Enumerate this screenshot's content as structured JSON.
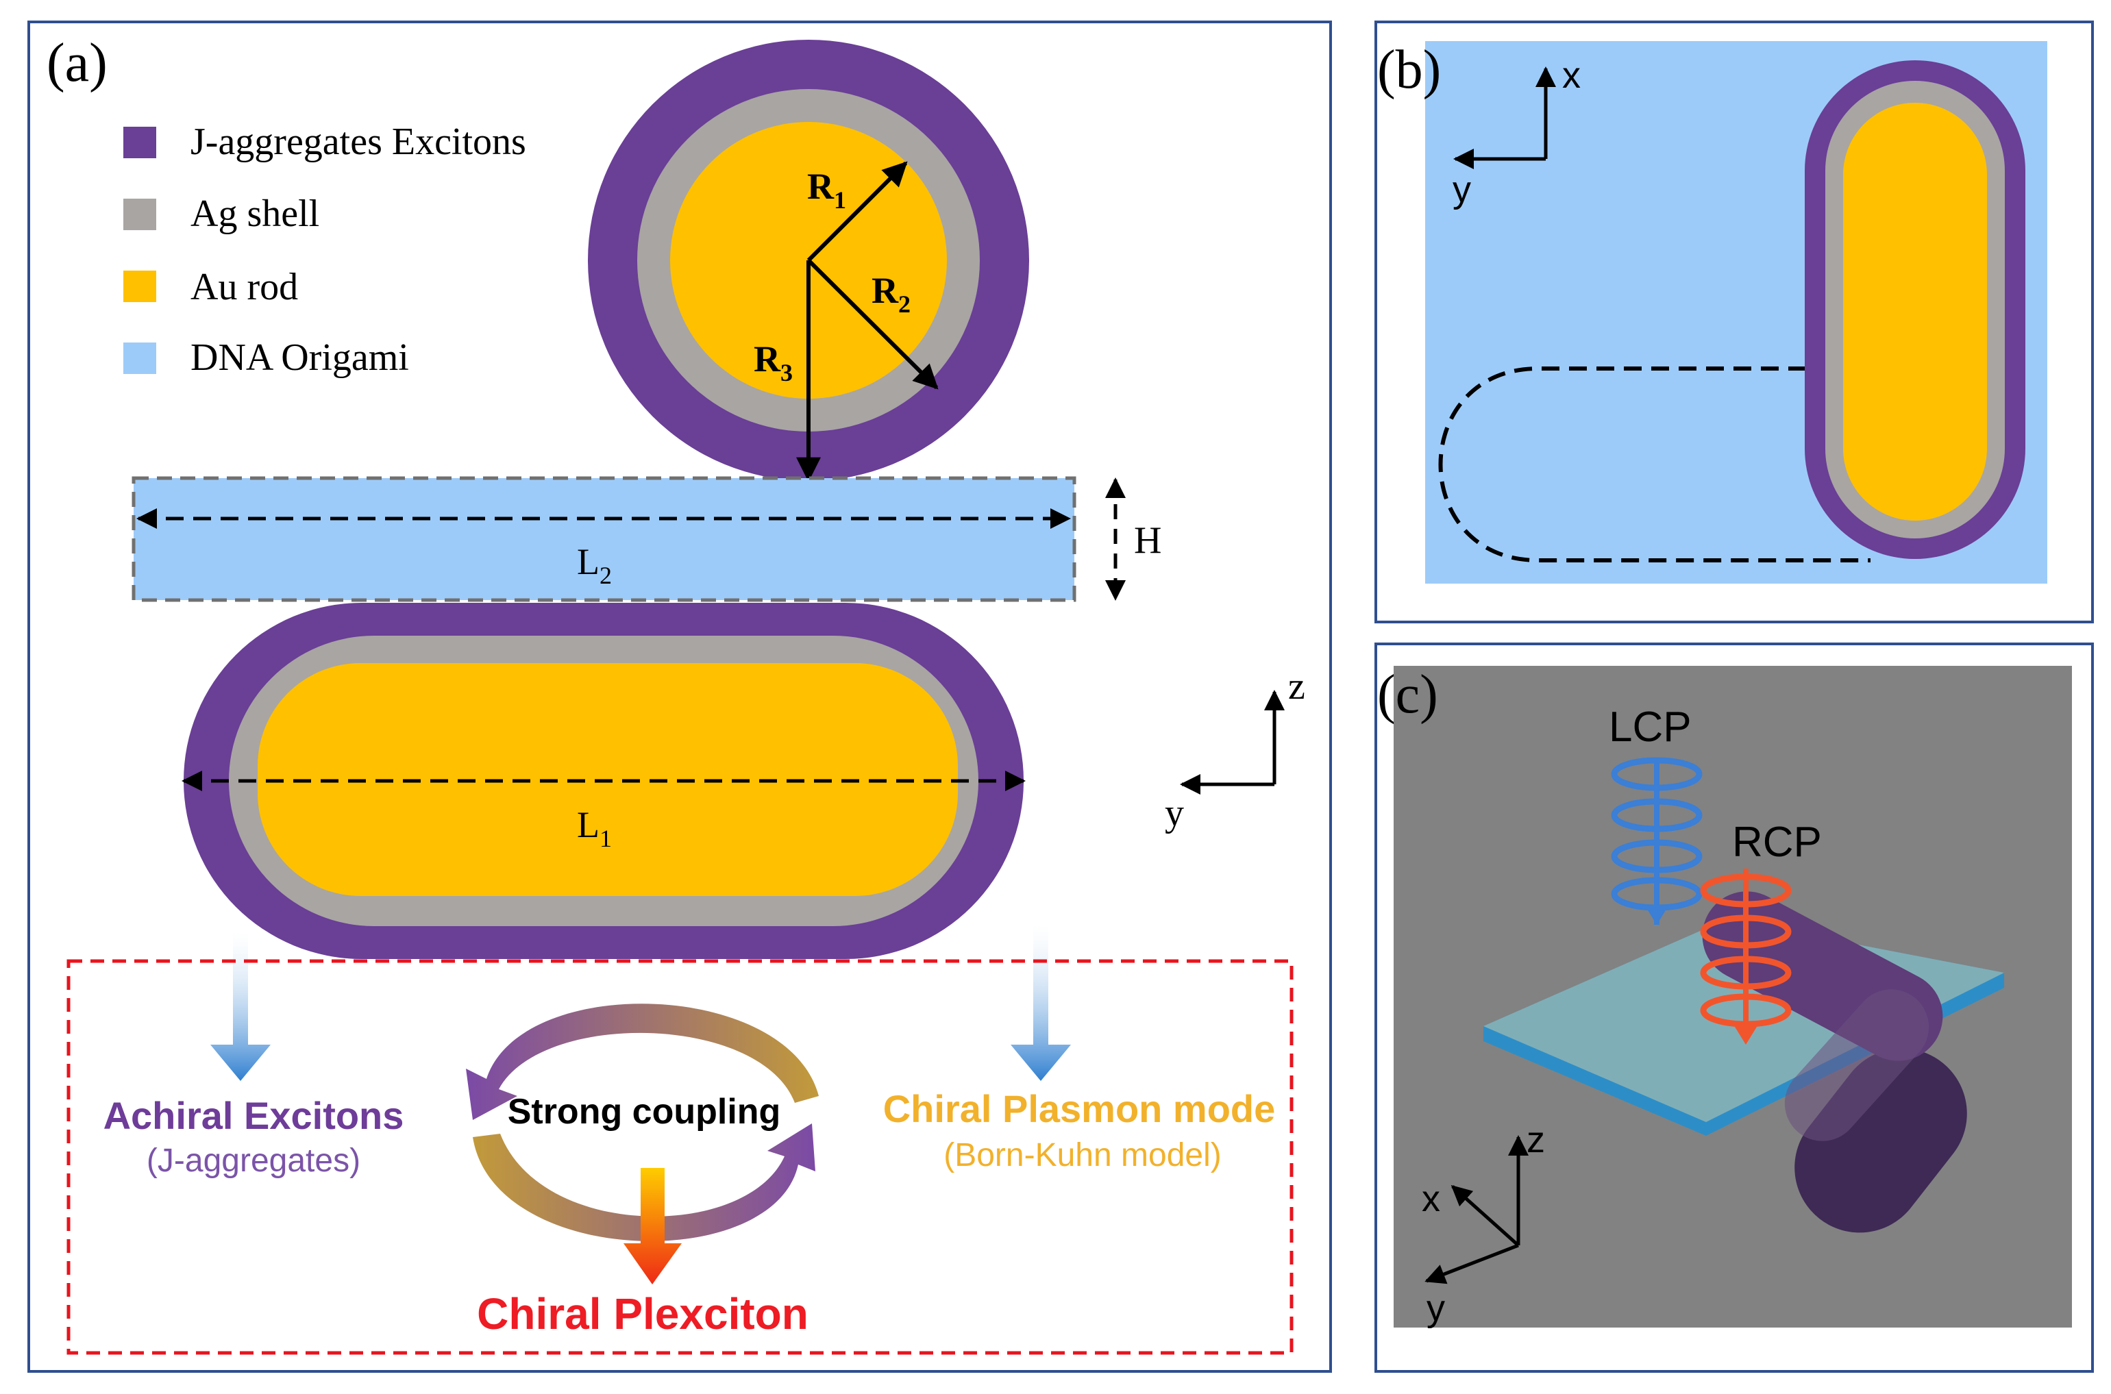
{
  "panels": {
    "a": {
      "label": "(a)",
      "legend": [
        {
          "text": "J-aggregates Excitons",
          "color": "#6a3f96"
        },
        {
          "text": "Ag shell",
          "color": "#a9a5a3"
        },
        {
          "text": "Au rod",
          "color": "#ffc000"
        },
        {
          "text": "DNA Origami",
          "color": "#9dcbf9"
        }
      ],
      "radius_labels": {
        "r1": "R",
        "r1_sub": "1",
        "r2": "R",
        "r2_sub": "2",
        "r3": "R",
        "r3_sub": "3"
      },
      "dim_labels": {
        "l2": "L",
        "l2_sub": "2",
        "h": "H",
        "l1": "L",
        "l1_sub": "1"
      },
      "axes": {
        "z": "z",
        "y": "y"
      },
      "coupling": {
        "left_title": "Achiral Excitons",
        "left_sub": "(J-aggregates)",
        "center": "Strong coupling",
        "right_title": "Chiral Plasmon mode",
        "right_sub": "(Born-Kuhn model)",
        "bottom": "Chiral Plexciton"
      }
    },
    "b": {
      "label": "(b)",
      "axes": {
        "x": "x",
        "y": "y"
      }
    },
    "c": {
      "label": "(c)",
      "lcp": "LCP",
      "rcp": "RCP",
      "axes": {
        "z": "z",
        "x": "x",
        "y": "y"
      }
    }
  },
  "colors": {
    "exciton": "#6a3f96",
    "ag": "#a9a5a3",
    "au": "#ffc000",
    "dna": "#9dcbf9",
    "frame": "#2f4f8f",
    "coupling_box": "#e8141e",
    "exciton_text": "#6e3c99",
    "plasmon_text": "#f2b12b",
    "plexciton_text": "#ee1c24",
    "lcp": "#3b7fd6",
    "rcp": "#f2552c",
    "panel_c_bg": "#828282"
  }
}
